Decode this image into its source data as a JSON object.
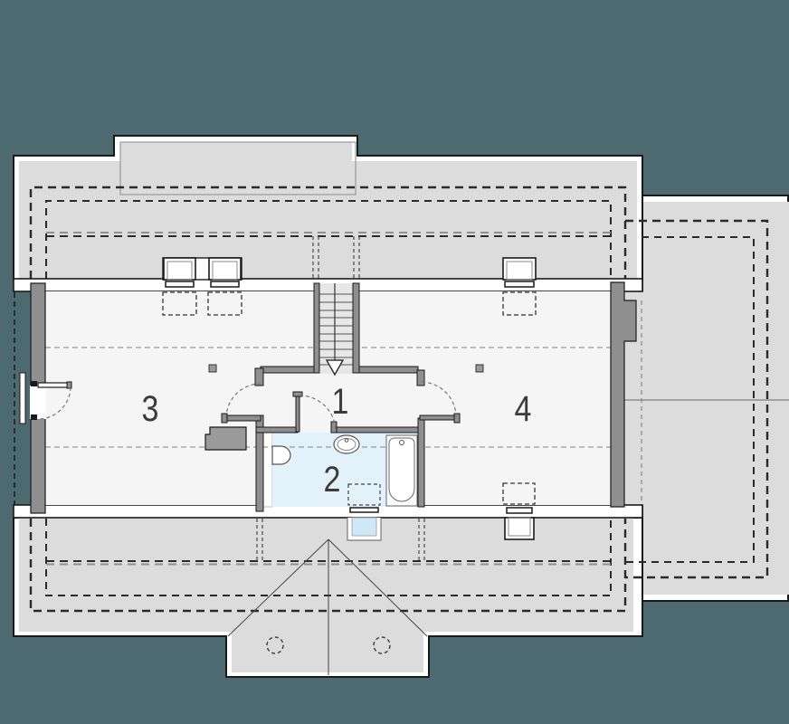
{
  "plan": {
    "title": "attic-floor-plan",
    "rooms": [
      {
        "number": "1"
      },
      {
        "number": "2"
      },
      {
        "number": "3"
      },
      {
        "number": "4"
      }
    ],
    "colors": {
      "background": "#4d6a71",
      "roof": "#dcdcdc",
      "floor": "#f5f5f5",
      "bathroom_floor": "#e3f1fa",
      "roof_window_glass": "#cfe8f7",
      "wall_fill": "#8f8f8f",
      "outline": "#1a1a1a"
    }
  }
}
